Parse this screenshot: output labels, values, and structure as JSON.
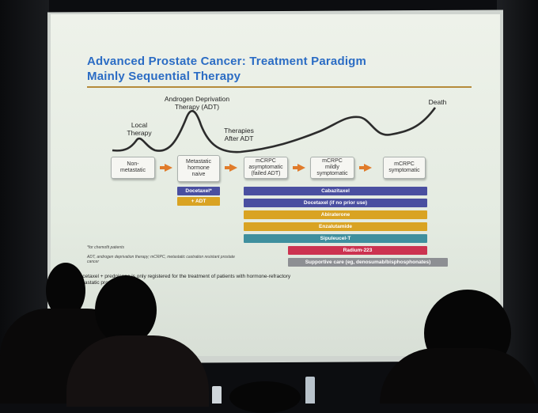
{
  "slide": {
    "title_line1": "Advanced Prostate Cancer: Treatment Paradigm",
    "title_line2": "Mainly Sequential Therapy"
  },
  "curve_labels": {
    "local": "Local\nTherapy",
    "adt": "Androgen Deprivation\nTherapy (ADT)",
    "after_adt": "Therapies\nAfter ADT",
    "death": "Death"
  },
  "stages": [
    {
      "label": "Non-\nmetastatic"
    },
    {
      "label": "Metastatic\nhormone\nnaive"
    },
    {
      "label": "mCRPC\nasymptomatic\n(failed ADT)"
    },
    {
      "label": "mCRPC\nmildly\nsymptomatic"
    },
    {
      "label": "mCRPC\nsymptomatic"
    }
  ],
  "bars": [
    {
      "label": "Docetaxel*",
      "color": "#4a4fa0"
    },
    {
      "label": "+ ADT",
      "color": "#d9a323"
    },
    {
      "label": "Cabazitaxel",
      "color": "#4a4fa0"
    },
    {
      "label": "Docetaxel (if no prior use)",
      "color": "#4a4fa0"
    },
    {
      "label": "Abiraterone",
      "color": "#d9a323"
    },
    {
      "label": "Enzalutamide",
      "color": "#d9a323"
    },
    {
      "label": "Sipuleucel-T",
      "color": "#3f8f9e"
    },
    {
      "label": "Radium-223",
      "color": "#cc3350"
    },
    {
      "label": "Supportive care (eg, denosumab/bisphosphonates)",
      "color": "#8d8f93"
    }
  ],
  "notes": {
    "asterisk": "*for chemofit patients",
    "abbrev": "ADT, androgen deprivation therapy; mCRPC, metastatic castration resistant prostate cancer",
    "footnote": "Docetaxel + prednisone is only registered for the treatment of patients with hormone-refractory metastatic prostate cancer"
  },
  "colors": {
    "title": "#2b6cc4",
    "arrow": "#e07b2a",
    "rule": "#b58b3a"
  }
}
